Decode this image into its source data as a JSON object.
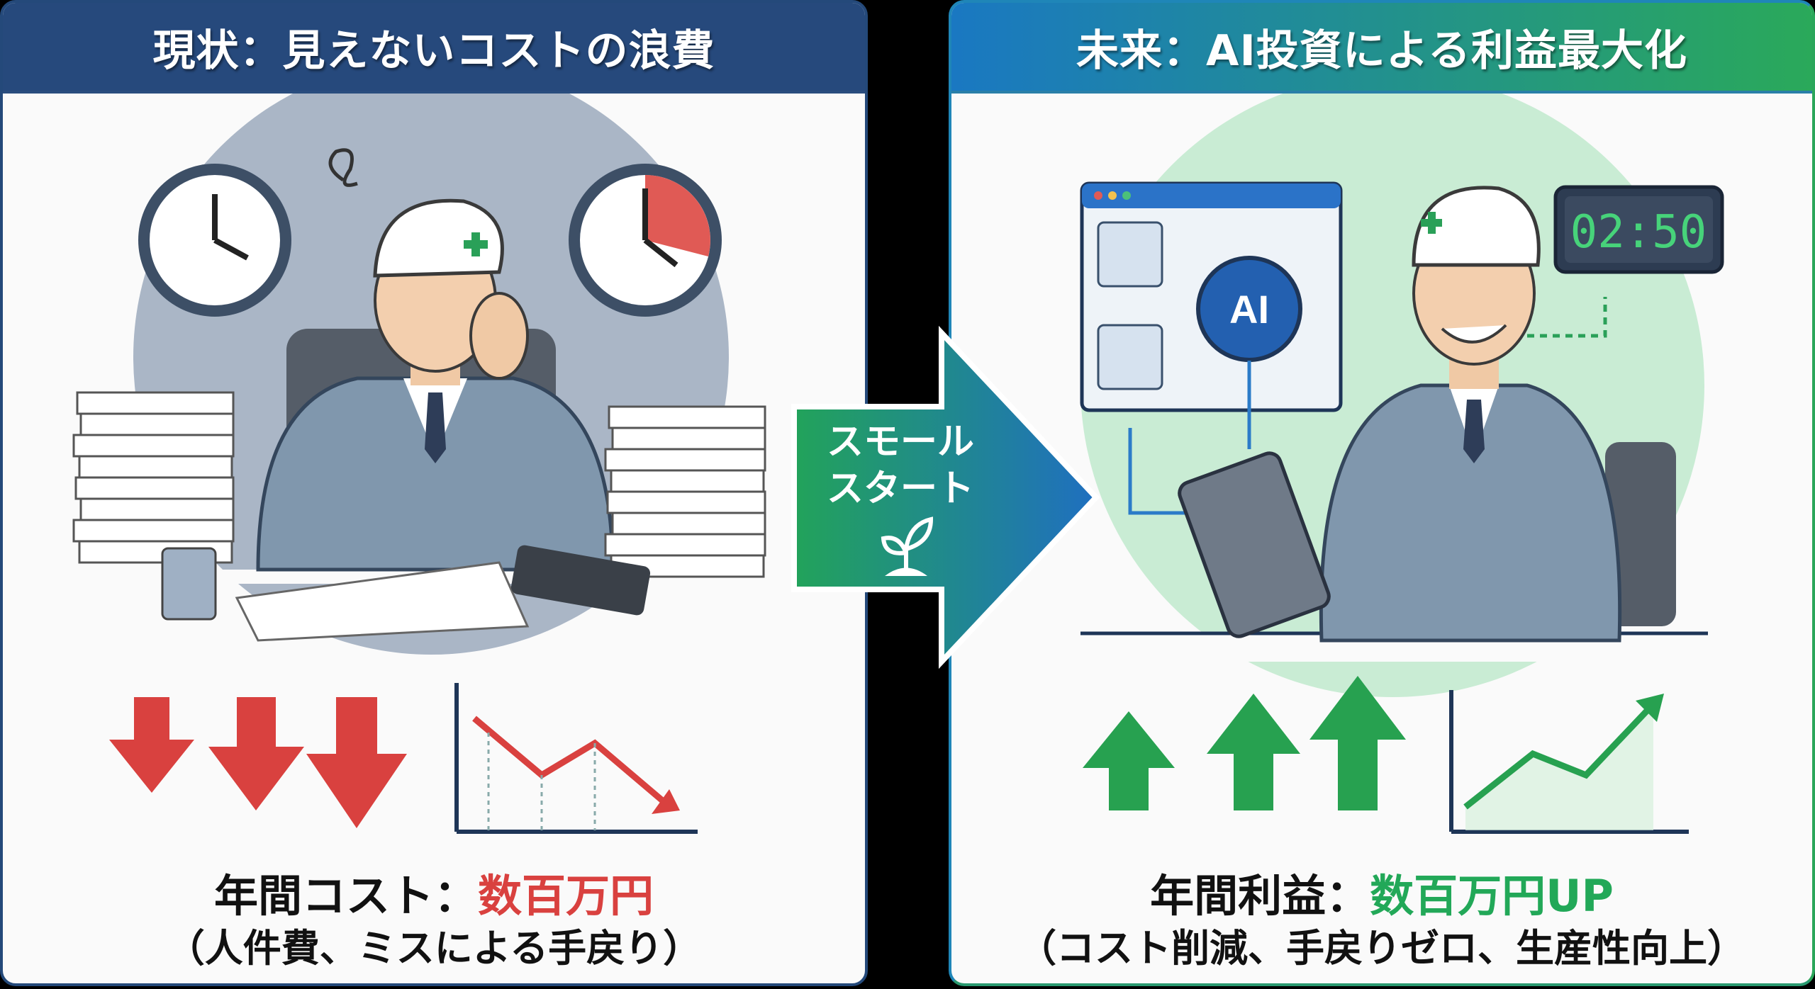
{
  "left_panel": {
    "title": "現状：見えないコストの浪費",
    "summary_label": "年間コスト：",
    "summary_value": "数百万円",
    "summary_detail": "（人件費、ミスによる手戻り）",
    "accent_color": "#d9413f",
    "header_color": "#26497c",
    "trend": "down"
  },
  "transition": {
    "line1": "スモール",
    "line2": "スタート",
    "icon": "sprout-icon"
  },
  "right_panel": {
    "title": "未来：AI投資による利益最大化",
    "ai_badge": "AI",
    "digital_clock": "02:50",
    "summary_label": "年間利益：",
    "summary_value": "数百万円UP",
    "summary_detail": "（コスト削減、手戻りゼロ、生産性向上）",
    "accent_color": "#22a858",
    "trend": "up"
  }
}
